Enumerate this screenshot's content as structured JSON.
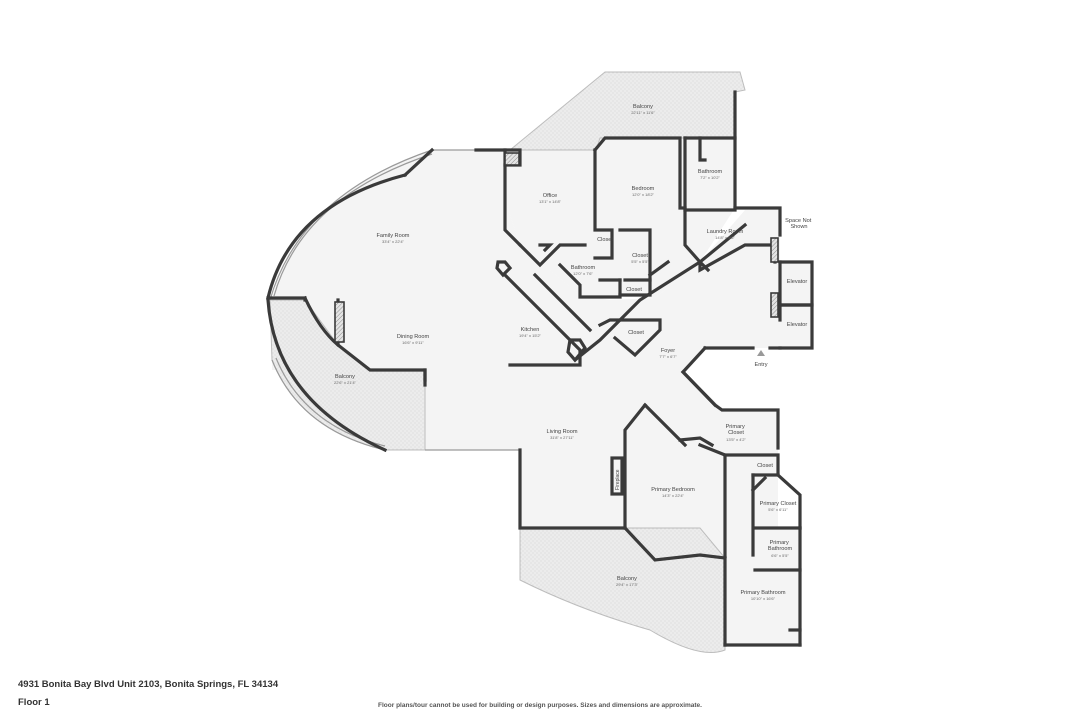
{
  "rooms": {
    "balcony_top": {
      "name": "Balcony",
      "dims": "22'11\" x 11'6\""
    },
    "office": {
      "name": "Office",
      "dims": "13'1\" x 14'8\""
    },
    "bedroom": {
      "name": "Bedroom",
      "dims": "12'0\" x 18'2\""
    },
    "bathroom_top": {
      "name": "Bathroom",
      "dims": "7'2\" x 10'2\""
    },
    "family_room": {
      "name": "Family Room",
      "dims": "33'4\" x 22'4\""
    },
    "laundry_room": {
      "name": "Laundry Room",
      "dims": "14'8\" x 9'6\""
    },
    "space_not_shown": {
      "name": "Space Not Shown"
    },
    "closet_office": {
      "name": "Closet"
    },
    "closet_mid": {
      "name": "Closet",
      "dims": "5'5\" x 5'5\""
    },
    "bathroom_mid": {
      "name": "Bathroom",
      "dims": "12'0\" x 7'6\""
    },
    "closet_small": {
      "name": "Closet"
    },
    "elevator_1": {
      "name": "Elevator"
    },
    "elevator_2": {
      "name": "Elevator"
    },
    "dining_room": {
      "name": "Dining Room",
      "dims": "16'6\" x 9'11\""
    },
    "kitchen": {
      "name": "Kitchen",
      "dims": "19'4\" x 15'2\""
    },
    "closet_foyer": {
      "name": "Closet"
    },
    "foyer": {
      "name": "Foyer",
      "dims": "7'7\" x 6'7\""
    },
    "entry": {
      "name": "Entry"
    },
    "balcony_left": {
      "name": "Balcony",
      "dims": "22'6\" x 21'4\""
    },
    "living_room": {
      "name": "Living Room",
      "dims": "31'8\" x 27'11\""
    },
    "primary_closet": {
      "name": "Primary Closet",
      "dims": "13'5\" x 4'2\""
    },
    "closet_right": {
      "name": "Closet"
    },
    "fireplace": {
      "name": "Fireplace"
    },
    "primary_bedroom": {
      "name": "Primary Bedroom",
      "dims": "14'3\" x 22'4\""
    },
    "primary_closet_2": {
      "name": "Primary Closet",
      "dims": "5'6\" x 6'11\""
    },
    "primary_bathroom_small": {
      "name": "Primary Bathroom",
      "dims": "6'6\" x 5'5\""
    },
    "balcony_bottom": {
      "name": "Balcony",
      "dims": "29'4\" x 17'3\""
    },
    "primary_bathroom": {
      "name": "Primary Bathroom",
      "dims": "10'10\" x 16'6\""
    }
  },
  "footer": {
    "address": "4931 Bonita Bay Blvd Unit 2103, Bonita Springs, FL 34134",
    "floor": "Floor 1",
    "disclaimer": "Floor plans/tour cannot be used for building or design purposes. Sizes and dimensions are approximate."
  }
}
